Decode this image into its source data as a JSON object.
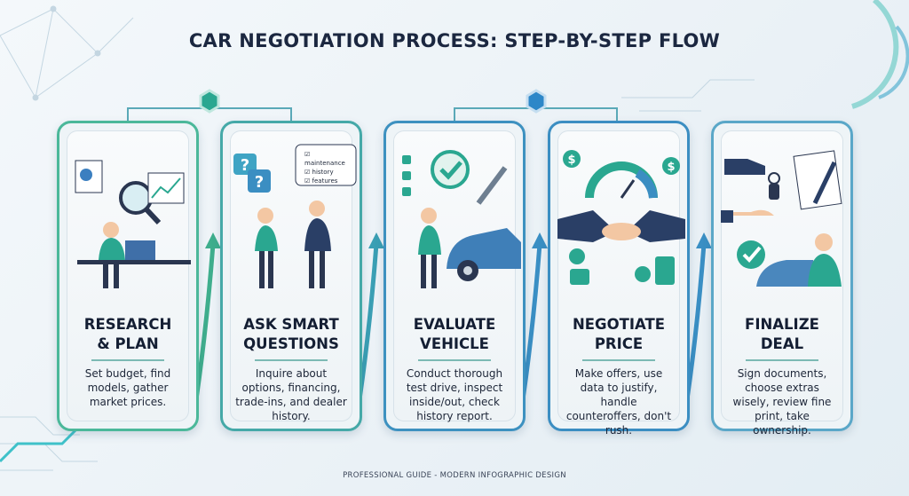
{
  "title": "CAR NEGOTIATION PROCESS: STEP-BY-STEP FLOW",
  "steps": [
    {
      "title_line1": "RESEARCH",
      "title_line2": "& PLAN",
      "description": "Set budget, find models, gather market prices.",
      "icon": "research-desk-icon"
    },
    {
      "title_line1": "ASK SMART",
      "title_line2": "QUESTIONS",
      "description": "Inquire about options, financing, trade-ins, and dealer history.",
      "icon": "conversation-icon",
      "checklist": [
        "maintenance",
        "history",
        "features"
      ]
    },
    {
      "title_line1": "EVALUATE",
      "title_line2": "VEHICLE",
      "description": "Conduct thorough test drive, inspect inside/out, check history report.",
      "icon": "car-inspection-icon"
    },
    {
      "title_line1": "NEGOTIATE",
      "title_line2": "PRICE",
      "description": "Make offers, use data to justify, handle counteroffers, don't rush.",
      "icon": "handshake-icon"
    },
    {
      "title_line1": "FINALIZE",
      "title_line2": "DEAL",
      "description": "Sign documents, choose extras wisely, review fine print, take ownership.",
      "icon": "keys-contract-icon"
    }
  ],
  "footer": "PROFESSIONAL GUIDE - MODERN INFOGRAPHIC DESIGN",
  "colors": {
    "green": "#4bb89a",
    "teal": "#45a9a8",
    "blue": "#3b8ec2",
    "navy": "#141e33"
  }
}
